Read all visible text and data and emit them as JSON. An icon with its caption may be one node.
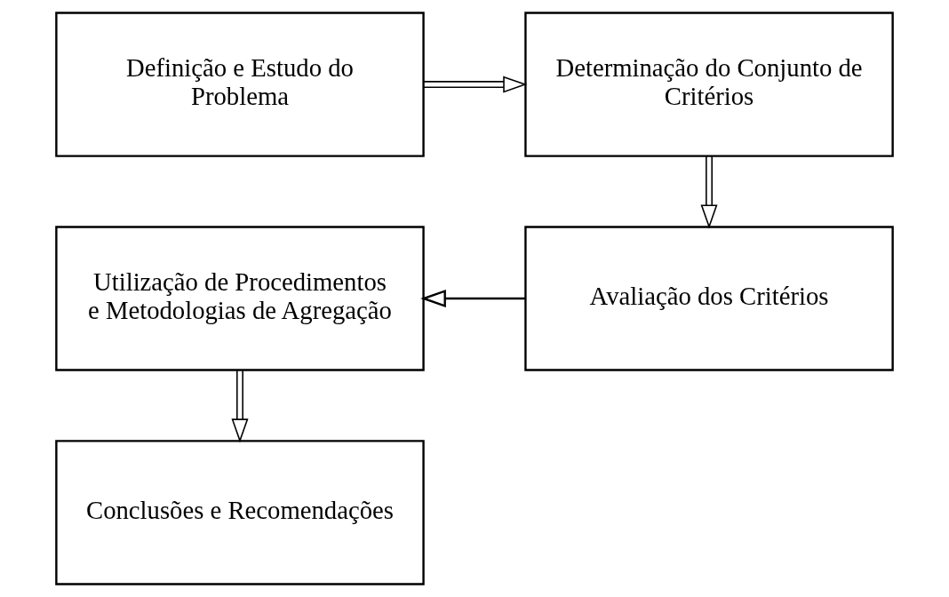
{
  "diagram": {
    "nodes": [
      {
        "text": [
          "Definição e Estudo do Problema"
        ]
      },
      {
        "text": [
          "Determinação do Conjunto de Critérios"
        ]
      },
      {
        "text": [
          "Avaliação dos Critérios"
        ]
      },
      {
        "text": [
          "Utilização de Procedimentos e Metodologias de Agregação"
        ]
      },
      {
        "text": [
          "Conclusões e Recomendações"
        ]
      }
    ],
    "edges": [
      {
        "from": 0,
        "to": 1,
        "arrow": "to"
      },
      {
        "from": 1,
        "to": 2,
        "arrow": "to"
      },
      {
        "from": 2,
        "to": 3,
        "arrow": "to"
      },
      {
        "from": 3,
        "to": 4,
        "arrow": "to"
      }
    ]
  }
}
